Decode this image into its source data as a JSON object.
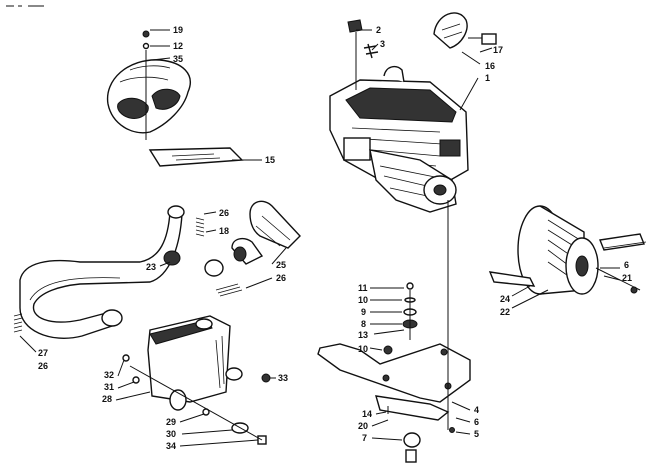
{
  "callouts": [
    {
      "id": "c19",
      "text": "19"
    },
    {
      "id": "c12",
      "text": "12"
    },
    {
      "id": "c35",
      "text": "35"
    },
    {
      "id": "c15",
      "text": "15"
    },
    {
      "id": "c2",
      "text": "2"
    },
    {
      "id": "c3",
      "text": "3"
    },
    {
      "id": "c17",
      "text": "17"
    },
    {
      "id": "c16",
      "text": "16"
    },
    {
      "id": "c1",
      "text": "1"
    },
    {
      "id": "c26a",
      "text": "26"
    },
    {
      "id": "c18",
      "text": "18"
    },
    {
      "id": "c23",
      "text": "23"
    },
    {
      "id": "c25",
      "text": "25"
    },
    {
      "id": "c26b",
      "text": "26"
    },
    {
      "id": "c27",
      "text": "27"
    },
    {
      "id": "c26c",
      "text": "26"
    },
    {
      "id": "c11",
      "text": "11"
    },
    {
      "id": "c10",
      "text": "10"
    },
    {
      "id": "c9",
      "text": "9"
    },
    {
      "id": "c8",
      "text": "8"
    },
    {
      "id": "c13",
      "text": "13"
    },
    {
      "id": "c10b",
      "text": "10"
    },
    {
      "id": "c6a",
      "text": "6"
    },
    {
      "id": "c21",
      "text": "21"
    },
    {
      "id": "c24",
      "text": "24"
    },
    {
      "id": "c22",
      "text": "22"
    },
    {
      "id": "c32",
      "text": "32"
    },
    {
      "id": "c31",
      "text": "31"
    },
    {
      "id": "c28",
      "text": "28"
    },
    {
      "id": "c33",
      "text": "33"
    },
    {
      "id": "c29",
      "text": "29"
    },
    {
      "id": "c30",
      "text": "30"
    },
    {
      "id": "c34",
      "text": "34"
    },
    {
      "id": "c14",
      "text": "14"
    },
    {
      "id": "c20",
      "text": "20"
    },
    {
      "id": "c7",
      "text": "7"
    },
    {
      "id": "c4",
      "text": "4"
    },
    {
      "id": "c6b",
      "text": "6"
    },
    {
      "id": "c5",
      "text": "5"
    }
  ],
  "diagram": {
    "parts": [
      "engine",
      "recoil-starter",
      "air-silencer",
      "exhaust-manifold",
      "expansion-chamber",
      "muffler",
      "drive-clutch",
      "engine-mount-plate",
      "heat-shield"
    ]
  }
}
